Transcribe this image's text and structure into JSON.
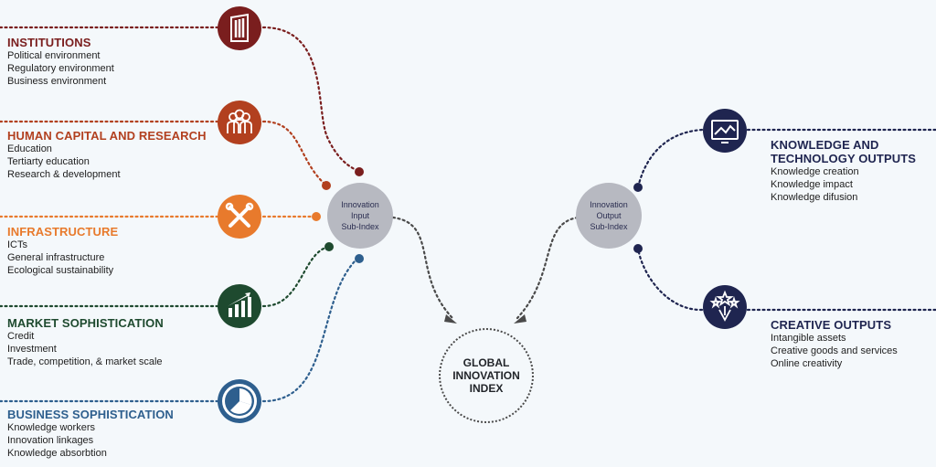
{
  "colors": {
    "institutions": "#7a1e1e",
    "human_capital": "#b2401f",
    "infrastructure": "#e87a2c",
    "market": "#1e4a2f",
    "business": "#2e5f8e",
    "outputs": "#1f2550",
    "hub": "#b7b9c1"
  },
  "input_pillars": [
    {
      "title": "INSTITUTIONS",
      "icon": "building-icon",
      "items": [
        "Political environment",
        "Regulatory environment",
        "Business environment"
      ]
    },
    {
      "title": "HUMAN CAPITAL AND RESEARCH",
      "icon": "people-icon",
      "items": [
        "Education",
        "Tertiarty education",
        "Research & development"
      ]
    },
    {
      "title": "INFRASTRUCTURE",
      "icon": "tools-icon",
      "items": [
        "ICTs",
        "General infrastructure",
        "Ecological sustainability"
      ]
    },
    {
      "title": "MARKET SOPHISTICATION",
      "icon": "bar-chart-icon",
      "items": [
        "Credit",
        "Investment",
        "Trade, competition, & market scale"
      ]
    },
    {
      "title": "BUSINESS SOPHISTICATION",
      "icon": "pie-chart-icon",
      "items": [
        "Knowledge workers",
        "Innovation linkages",
        "Knowledge absorbtion"
      ]
    }
  ],
  "output_pillars": [
    {
      "title_line1": "KNOWLEDGE AND",
      "title_line2": "TECHNOLOGY OUTPUTS",
      "icon": "monitor-chart-icon",
      "items": [
        "Knowledge creation",
        "Knowledge impact",
        "Knowledge difusion"
      ]
    },
    {
      "title_line1": "CREATIVE OUTPUTS",
      "title_line2": "",
      "icon": "stars-icon",
      "items": [
        "Intangible assets",
        "Creative goods and services",
        "Online creativity"
      ]
    }
  ],
  "input_hub": {
    "line1": "Innovation",
    "line2": "Input",
    "line3": "Sub-Index"
  },
  "output_hub": {
    "line1": "Innovation",
    "line2": "Output",
    "line3": "Sub-Index"
  },
  "center": {
    "line1": "GLOBAL",
    "line2": "INNOVATION",
    "line3": "INDEX"
  }
}
